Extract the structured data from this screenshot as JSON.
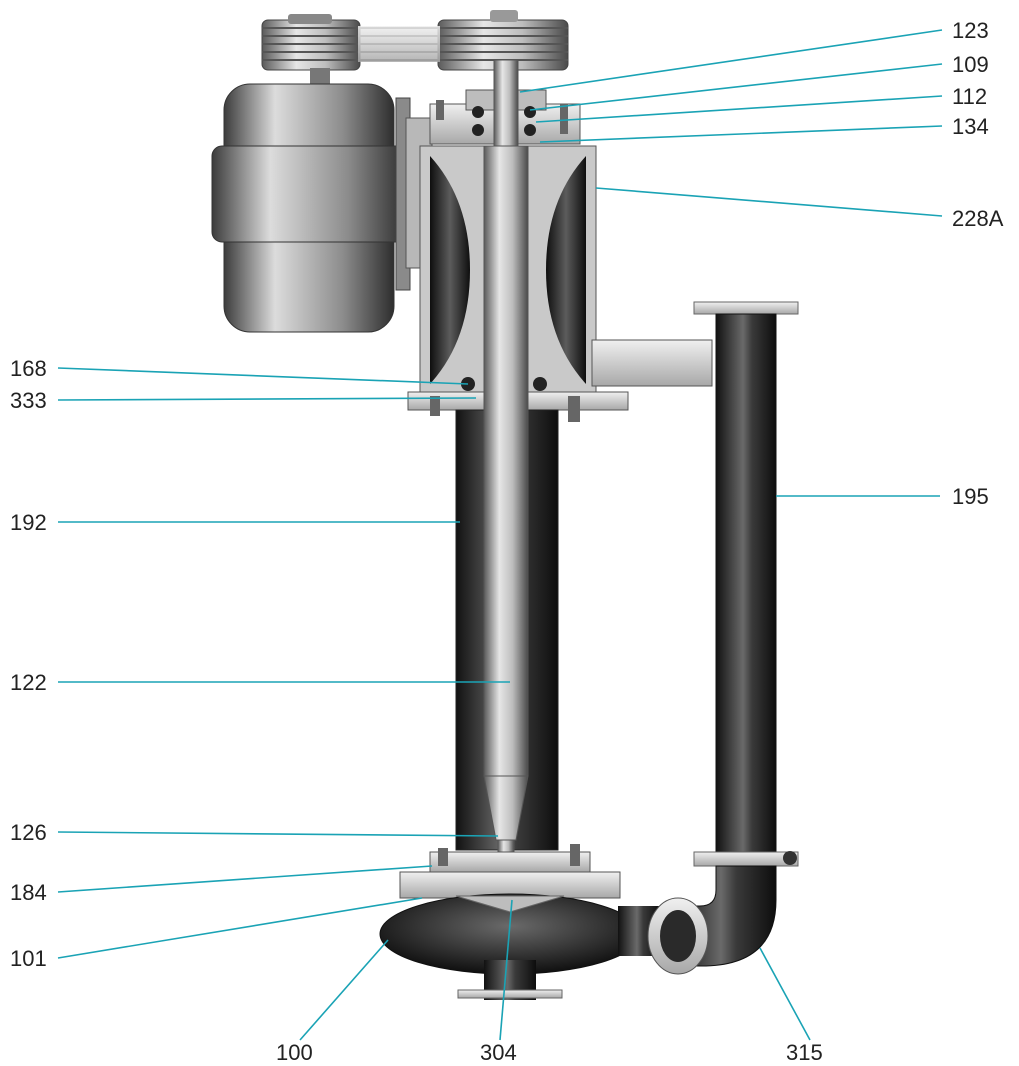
{
  "colors": {
    "leader": "#1aa3b5",
    "label": "#222222",
    "metal_light": "#d9d9d9",
    "metal_mid": "#9a9a9a",
    "metal_dark": "#3a3a3a",
    "pipe_dark": "#1e1e1e"
  },
  "callouts": [
    {
      "id": "123",
      "label": "123"
    },
    {
      "id": "109",
      "label": "109"
    },
    {
      "id": "112",
      "label": "112"
    },
    {
      "id": "134",
      "label": "134"
    },
    {
      "id": "228A",
      "label": "228A"
    },
    {
      "id": "168",
      "label": "168"
    },
    {
      "id": "333",
      "label": "333"
    },
    {
      "id": "192",
      "label": "192"
    },
    {
      "id": "195",
      "label": "195"
    },
    {
      "id": "122",
      "label": "122"
    },
    {
      "id": "126",
      "label": "126"
    },
    {
      "id": "184",
      "label": "184"
    },
    {
      "id": "101",
      "label": "101"
    },
    {
      "id": "100",
      "label": "100"
    },
    {
      "id": "304",
      "label": "304"
    },
    {
      "id": "315",
      "label": "315"
    }
  ]
}
